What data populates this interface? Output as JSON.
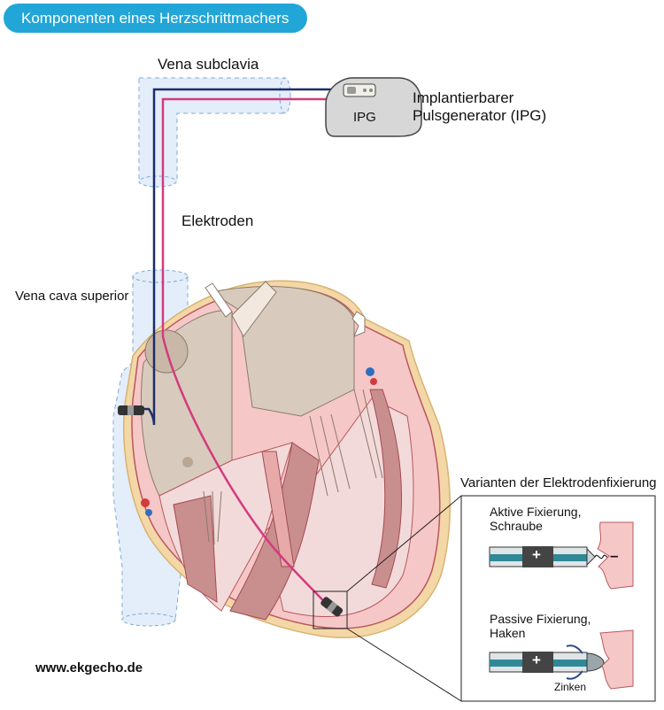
{
  "title": "Komponenten eines Herzschrittmachers",
  "labels": {
    "vena_subclavia": "Vena subclavia",
    "ipg_line1": "Implantierbarer",
    "ipg_line2": "Pulsgenerator (IPG)",
    "ipg_device": "IPG",
    "elektroden": "Elektroden",
    "vena_cava": "Vena cava superior",
    "varianten": "Varianten der Elektrodenfixierung",
    "aktive_line1": "Aktive Fixierung,",
    "aktive_line2": "Schraube",
    "passive_line1": "Passive Fixierung,",
    "passive_line2": "Haken",
    "zinken": "Zinken",
    "plus": "+",
    "minus": "–",
    "website": "www.ekgecho.de"
  },
  "colors": {
    "title_bg": "#22a6d8",
    "lead_blue": "#1d2c6b",
    "lead_pink": "#d43a7e",
    "vessel": "#e3eefa",
    "myocardium": "#f6c7c7",
    "atrium": "#d8cbbd"
  }
}
